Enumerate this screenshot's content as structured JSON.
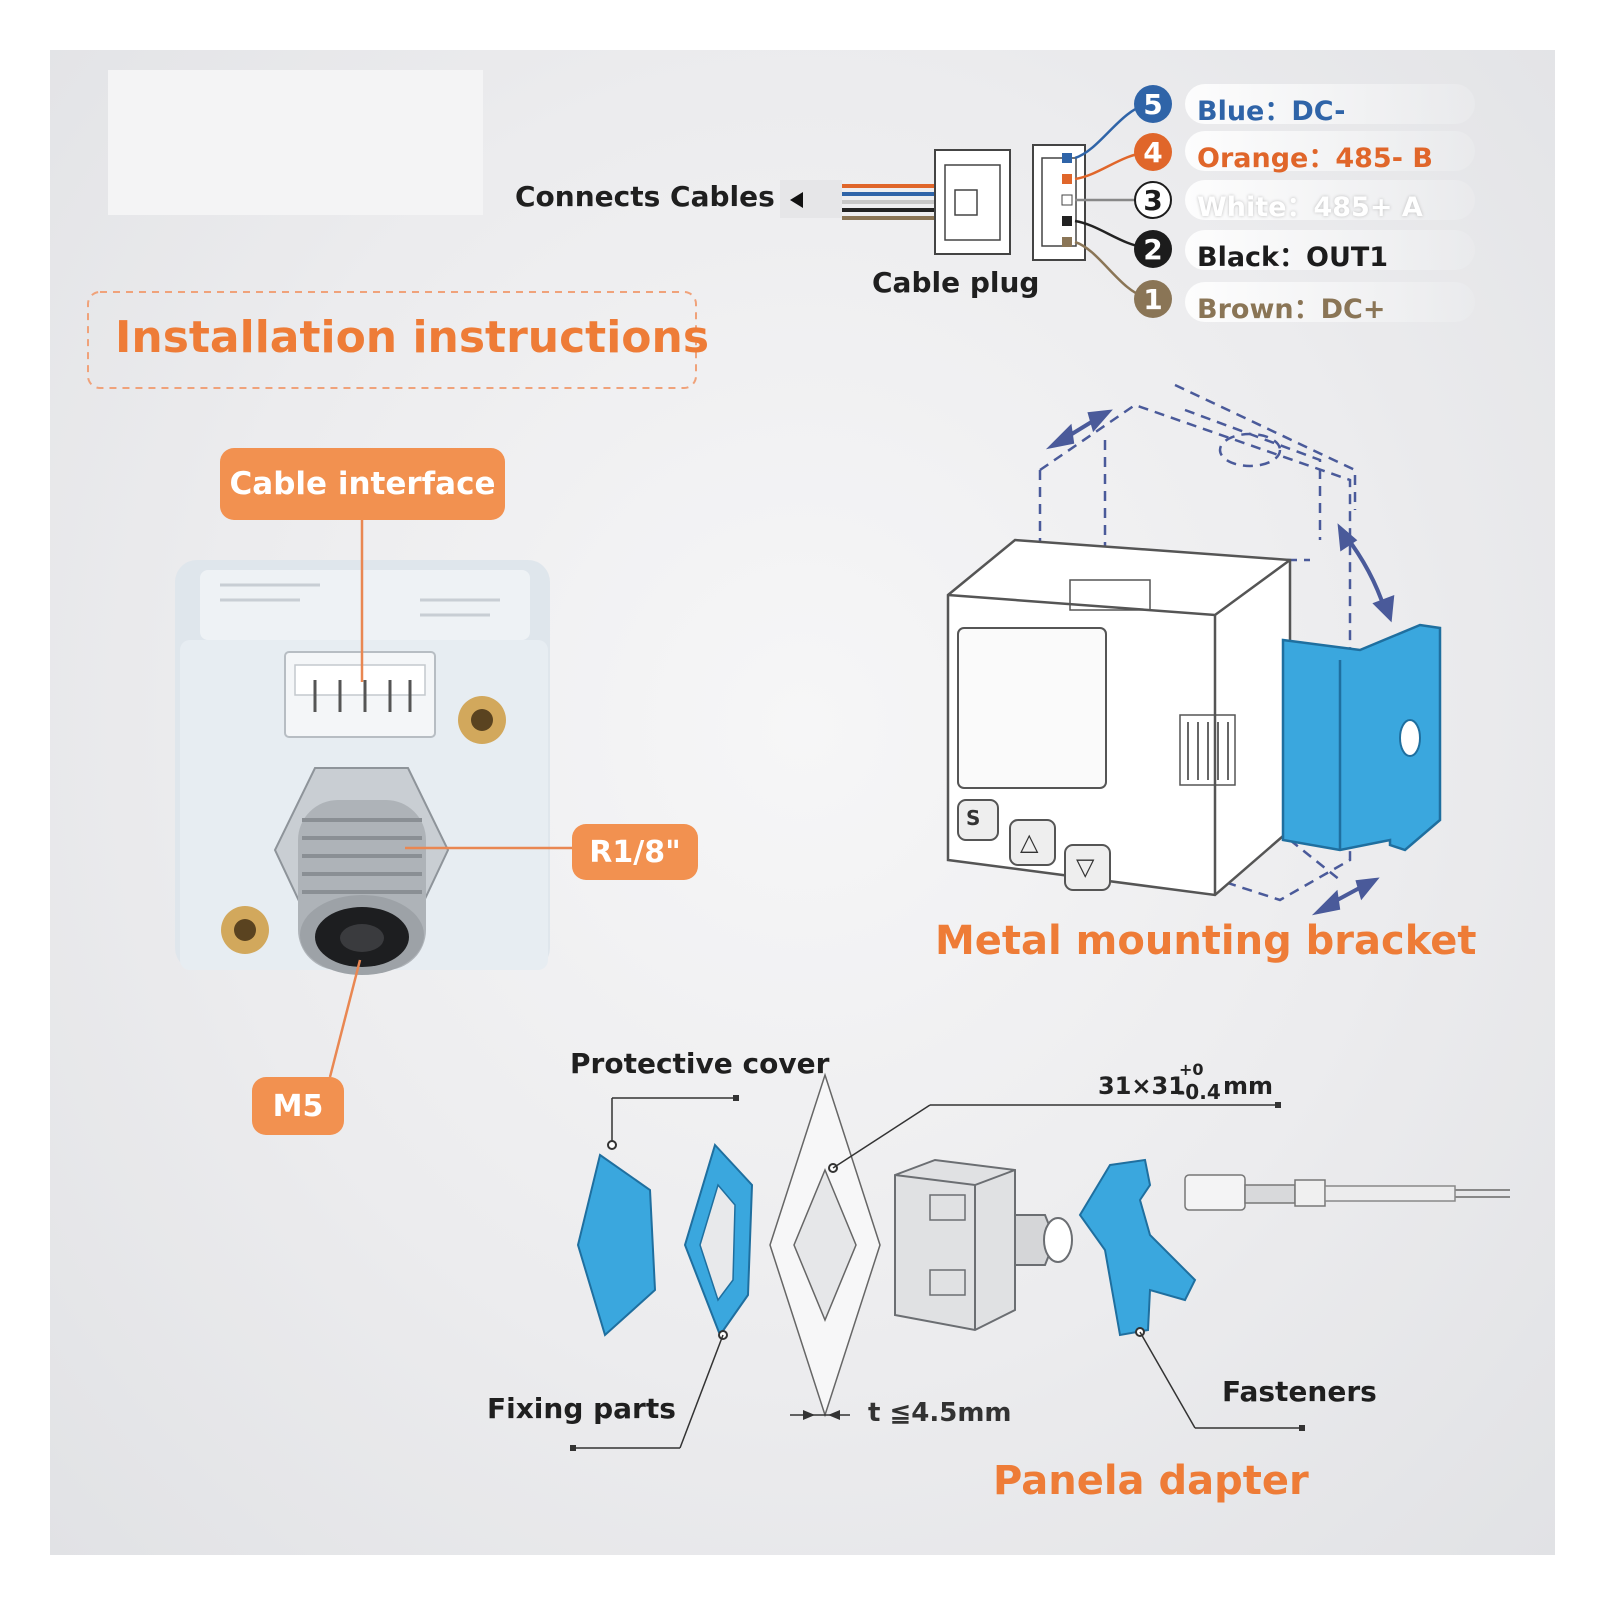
{
  "header": {
    "connects_cables": "Connects Cables",
    "cable_plug": "Cable plug"
  },
  "wires": [
    {
      "num": "5",
      "text": "Blue：DC-",
      "color": "#2f64a8"
    },
    {
      "num": "4",
      "text": "Orange：485- B",
      "color": "#e0662a"
    },
    {
      "num": "3",
      "text": "White：485+ A",
      "color": "#ffffff"
    },
    {
      "num": "2",
      "text": "Black：OUT1",
      "color": "#1c1c1c"
    },
    {
      "num": "1",
      "text": "Brown：DC+",
      "color": "#8a7556"
    }
  ],
  "installation": {
    "title": "Installation instructions",
    "cable_interface": "Cable interface",
    "thread": "R1/8\"",
    "port": "M5"
  },
  "bracket": {
    "title": "Metal mounting bracket",
    "keys": [
      "S",
      "△",
      "▽"
    ]
  },
  "panel_adapter": {
    "title": "Panela dapter",
    "protective_cover": "Protective cover",
    "fixing_parts": "Fixing parts",
    "fasteners": "Fasteners",
    "cutout_size": "31×31",
    "cutout_tol_upper": "+0",
    "cutout_tol_lower": "-0.4",
    "cutout_unit": "mm",
    "thickness": "t ≦4.5mm"
  },
  "colors": {
    "accent_orange": "#ee7c37",
    "chip_orange": "#f29150",
    "bracket_blue": "#3aa7de",
    "line_blue": "#4a5a9a"
  }
}
